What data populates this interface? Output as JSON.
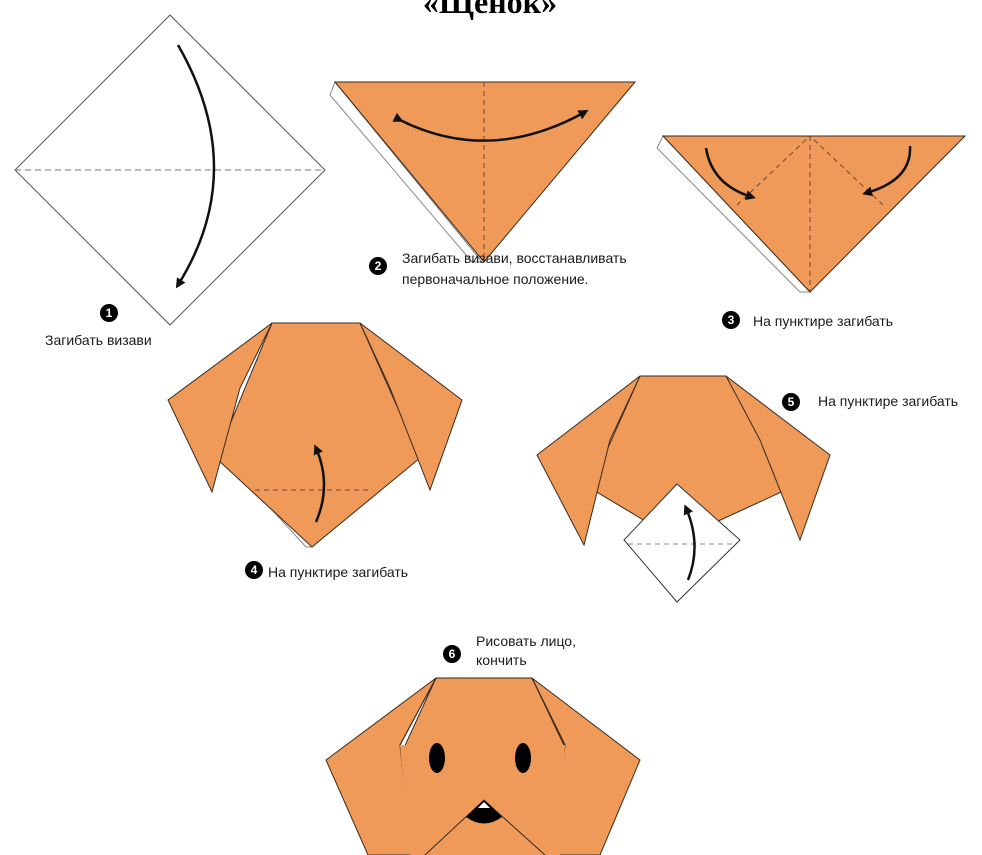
{
  "title": "«Щенок»",
  "colors": {
    "paper": "#ef9a58",
    "outline": "#3a2a1f",
    "crease": "#6b4a30",
    "arrow": "#111111",
    "white_side": "#ffffff"
  },
  "steps": [
    {
      "number": "1",
      "caption": "Загибать визави"
    },
    {
      "number": "2",
      "caption_line1": "Загибать визави, восстанавливать",
      "caption_line2": "первоначальное положение."
    },
    {
      "number": "3",
      "caption": "На пунктире загибать"
    },
    {
      "number": "4",
      "caption": "На пунктире загибать"
    },
    {
      "number": "5",
      "caption": "На пунктире загибать"
    },
    {
      "number": "6",
      "caption_line1": "Рисовать лицо,",
      "caption_line2": "кончить"
    }
  ]
}
